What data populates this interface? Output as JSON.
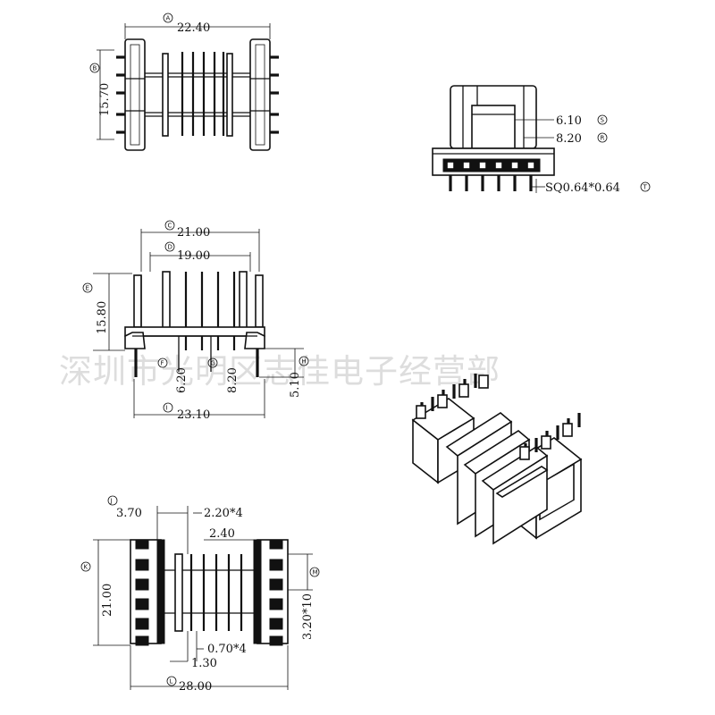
{
  "watermark": "深圳市光明区志佳电子经营部",
  "top_view": {
    "width": {
      "marker": "A",
      "value": "22.40"
    },
    "height": {
      "marker": "B",
      "value": "15.70"
    }
  },
  "side_view": {
    "dim_1": {
      "value": "6.10",
      "marker": "S"
    },
    "dim_2": {
      "value": "8.20",
      "marker": "R"
    },
    "pin": {
      "value": "SQ0.64*0.64",
      "marker": "T"
    }
  },
  "front_view": {
    "outer_width": {
      "marker": "C",
      "value": "21.00"
    },
    "inner_width": {
      "marker": "D",
      "value": "19.00"
    },
    "height": {
      "marker": "E",
      "value": "15.80"
    },
    "pin_1": {
      "marker": "F",
      "value": "6.20"
    },
    "pin_2": {
      "marker": "G",
      "value": "8.20"
    },
    "pin_length": {
      "marker": "H",
      "value": "5.10"
    },
    "base_width": {
      "marker": "I",
      "value": "23.10"
    }
  },
  "bottom_view": {
    "dim_370": {
      "marker": "J",
      "value": "3.70"
    },
    "dim_220": {
      "value": "2.20*4"
    },
    "dim_240": {
      "value": "2.40"
    },
    "height": {
      "marker": "K",
      "value": "21.00"
    },
    "pitch": {
      "marker": "M",
      "value": "3.20*10"
    },
    "dim_070": {
      "value": "0.70*4"
    },
    "dim_130": {
      "value": "1.30"
    },
    "total_width": {
      "marker": "L",
      "value": "28.00"
    }
  }
}
